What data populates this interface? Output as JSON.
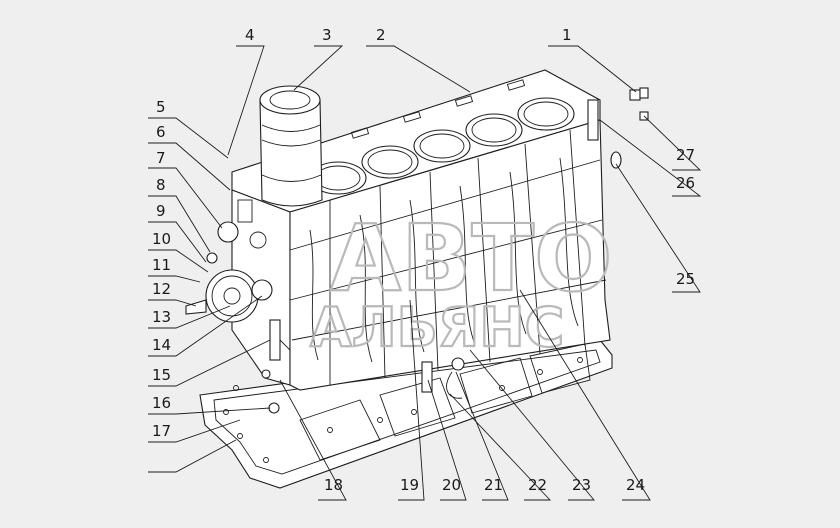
{
  "watermark": {
    "line1": "АВТО",
    "line2": "АЛЬЯНС"
  },
  "callouts": [
    {
      "id": "1",
      "label": "1"
    },
    {
      "id": "2",
      "label": "2"
    },
    {
      "id": "3",
      "label": "3"
    },
    {
      "id": "4",
      "label": "4"
    },
    {
      "id": "5",
      "label": "5"
    },
    {
      "id": "6",
      "label": "6"
    },
    {
      "id": "7",
      "label": "7"
    },
    {
      "id": "8",
      "label": "8"
    },
    {
      "id": "9",
      "label": "9"
    },
    {
      "id": "10",
      "label": "10"
    },
    {
      "id": "11",
      "label": "11"
    },
    {
      "id": "12",
      "label": "12"
    },
    {
      "id": "13",
      "label": "13"
    },
    {
      "id": "14",
      "label": "14"
    },
    {
      "id": "15",
      "label": "15"
    },
    {
      "id": "16",
      "label": "16"
    },
    {
      "id": "17",
      "label": "17"
    },
    {
      "id": "18",
      "label": "18"
    },
    {
      "id": "19",
      "label": "19"
    },
    {
      "id": "20",
      "label": "20"
    },
    {
      "id": "21",
      "label": "21"
    },
    {
      "id": "22",
      "label": "22"
    },
    {
      "id": "23",
      "label": "23"
    },
    {
      "id": "24",
      "label": "24"
    },
    {
      "id": "25",
      "label": "25"
    },
    {
      "id": "26",
      "label": "26"
    },
    {
      "id": "27",
      "label": "27"
    }
  ]
}
